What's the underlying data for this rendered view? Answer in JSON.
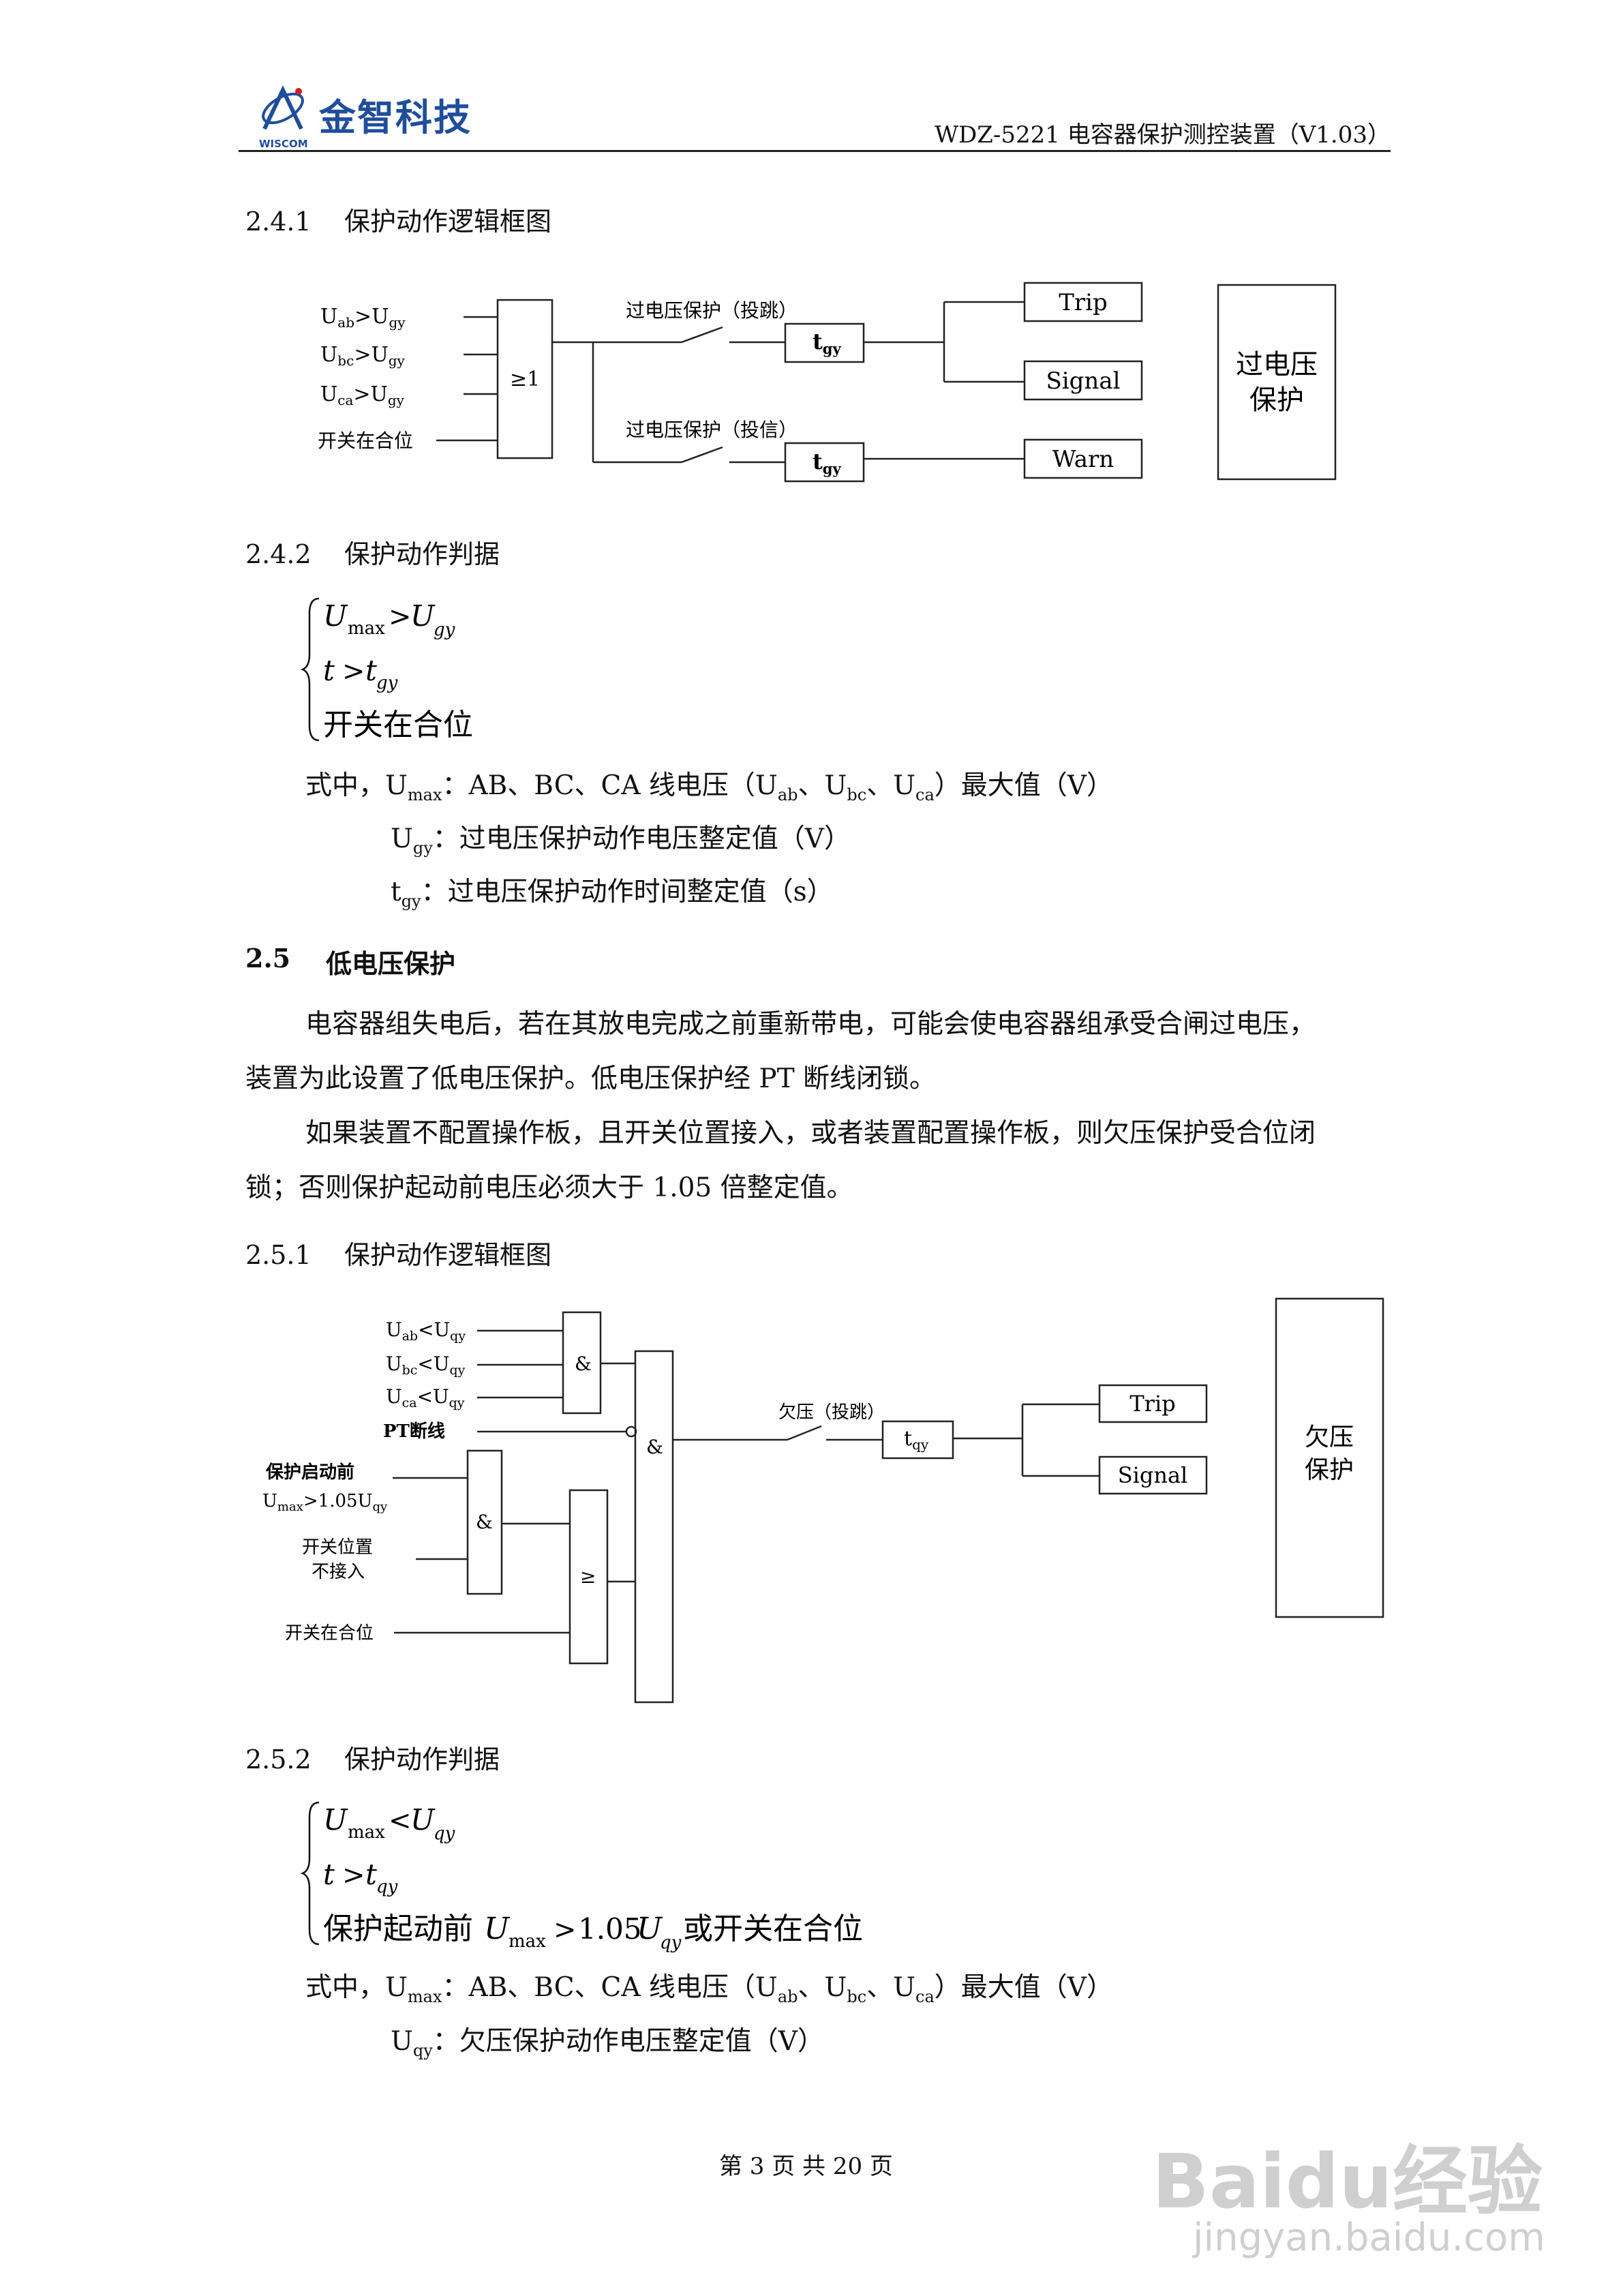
{
  "header": {
    "logo_text": "金智科技",
    "logo_sub": "WISCOM",
    "doc_title": "WDZ-5221 电容器保护测控装置（V1.03）"
  },
  "s241": {
    "title": "2.4.1    保护动作逻辑框图",
    "inputs": [
      "U_ab>U_gy",
      "U_bc>U_gy",
      "U_ca>U_gy",
      "开关在合位"
    ],
    "or_gate": "≥1",
    "branch1": "过电压保护（投跳）",
    "branch2": "过电压保护（投信）",
    "timer": "t",
    "timer_sub": "gy",
    "outputs": [
      "Trip",
      "Signal",
      "Warn"
    ],
    "block_line1": "过电压",
    "block_line2": "保护"
  },
  "s242": {
    "title": "2.4.2    保护动作判据",
    "cond3": "开关在合位",
    "defs": [
      "式中，U_max：AB、BC、CA 线电压（U_ab、U_bc、U_ca）最大值（V）",
      "U_gy：过电压保护动作电压整定值（V）",
      "t_gy：过电压保护动作时间整定值（s）"
    ]
  },
  "s25": {
    "num": "2.5",
    "title": "低电压保护",
    "para1_line1": "电容器组失电后，若在其放电完成之前重新带电，可能会使电容器组承受合闸过电压，",
    "para1_line2": "装置为此设置了低电压保护。低电压保护经 PT 断线闭锁。",
    "para2_line1": "如果装置不配置操作板，且开关位置接入，或者装置配置操作板，则欠压保护受合位闭",
    "para2_line2": "锁；否则保护起动前电压必须大于 1.05 倍整定值。"
  },
  "s251": {
    "title": "2.5.1    保护动作逻辑框图",
    "inputs": [
      "U_ab<U_qy",
      "U_bc<U_qy",
      "U_ca<U_qy"
    ],
    "pt": "PT断线",
    "pre1": "保护启动前",
    "pre2": "U_max>1.05U_qy",
    "sw_pos1": "开关位置",
    "sw_pos2": "不接入",
    "sw_closed": "开关在合位",
    "and_gate": "&",
    "ge_gate": "≥",
    "branch": "欠压（投跳）",
    "timer": "t",
    "timer_sub": "qy",
    "outputs": [
      "Trip",
      "Signal"
    ],
    "block_line1": "欠压",
    "block_line2": "保护"
  },
  "s252": {
    "title": "2.5.2    保护动作判据",
    "cond3_prefix": "保护起动前",
    "cond3_suffix": "或开关在合位",
    "defs": [
      "式中，U_max：AB、BC、CA 线电压（U_ab、U_bc、U_ca）最大值（V）",
      "U_qy：欠压保护动作电压整定值（V）"
    ]
  },
  "footer": {
    "page": "第 3 页 共 20 页"
  },
  "watermark": {
    "line1": "Baidu经验",
    "line2": "jingyan.baidu.com"
  }
}
